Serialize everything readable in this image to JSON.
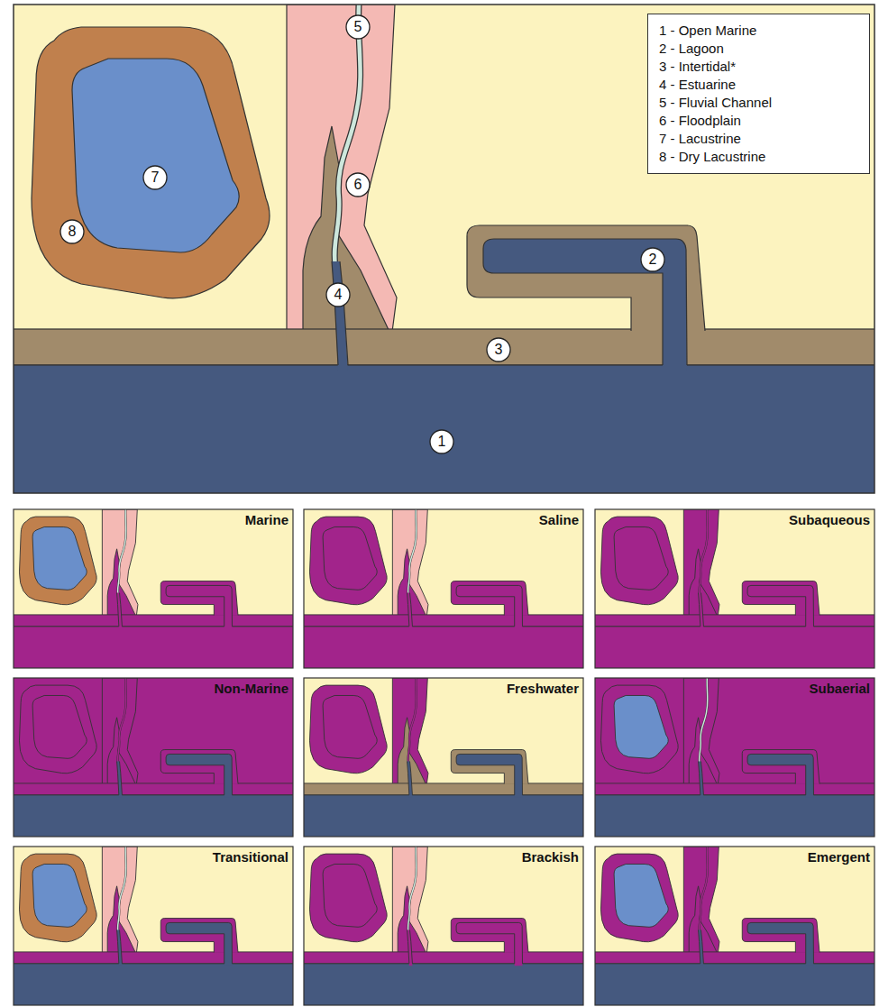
{
  "diagram": {
    "nodes": [
      {
        "text": [
          "Marine"
        ]
      },
      {
        "text": [
          "Saline"
        ]
      },
      {
        "text": [
          "Subaqueous"
        ]
      },
      {
        "text": [
          "Non-Marine"
        ]
      },
      {
        "text": [
          "Freshwater"
        ]
      },
      {
        "text": [
          "Subaerial"
        ]
      },
      {
        "text": [
          "Transitional"
        ]
      },
      {
        "text": [
          "Brackish"
        ]
      },
      {
        "text": [
          "Emergent"
        ]
      }
    ],
    "labels": [
      "1",
      "2",
      "3",
      "4",
      "5",
      "6",
      "7",
      "8"
    ],
    "legend": [
      {
        "text": "1 - Open Marine"
      },
      {
        "text": "2 - Lagoon"
      },
      {
        "text": "3 - Intertidal*"
      },
      {
        "text": "4 - Estuarine"
      },
      {
        "text": "5 - Fluvial Channel"
      },
      {
        "text": "6 - Floodplain"
      },
      {
        "text": "7 - Lacustrine"
      },
      {
        "text": "8 - Dry Lacustrine"
      }
    ]
  }
}
